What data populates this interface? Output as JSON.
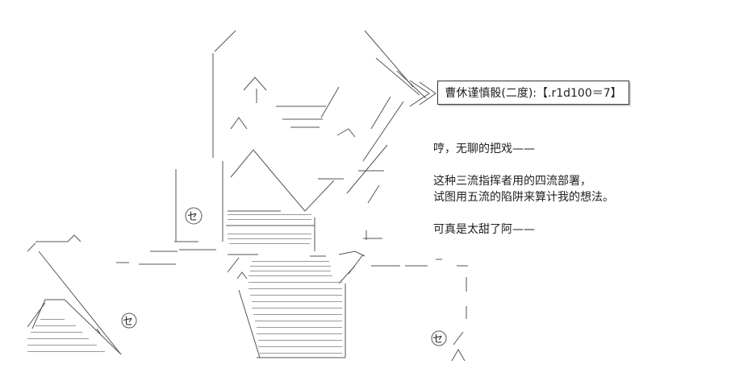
{
  "dice_box": {
    "text": "曹休谨慎骰(二度):【.r1d100＝7】"
  },
  "dialogue": {
    "line1": "哼，无聊的把戏——",
    "line2": "这种三流指挥者用的四流部署，",
    "line3": "试图用五流的陷阱来算计我的想法。",
    "line4": "可真是太甜了阿——"
  },
  "art_labels": {
    "mark_right": "セ",
    "mark_left": "セ",
    "mark_center": "セ"
  }
}
